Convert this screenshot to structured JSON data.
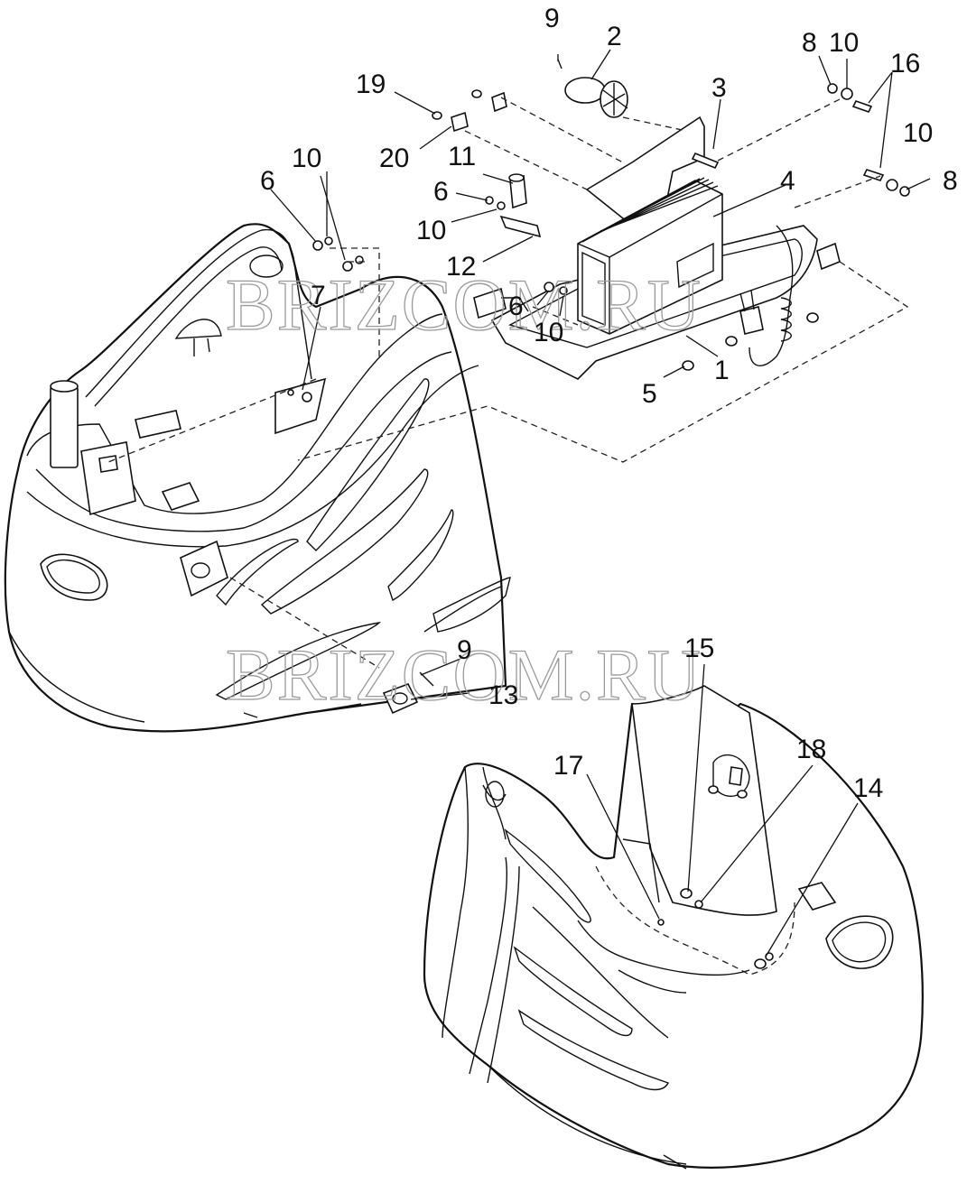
{
  "watermark": {
    "top": "BRIZCOM.RU",
    "bottom": "BRIZCOM.RU"
  },
  "callouts": [
    {
      "id": "c-9a",
      "label": "9"
    },
    {
      "id": "c-2",
      "label": "2"
    },
    {
      "id": "c-3",
      "label": "3"
    },
    {
      "id": "c-8a",
      "label": "8"
    },
    {
      "id": "c-10a",
      "label": "10"
    },
    {
      "id": "c-16",
      "label": "16"
    },
    {
      "id": "c-19",
      "label": "19"
    },
    {
      "id": "c-10b",
      "label": "10"
    },
    {
      "id": "c-20",
      "label": "20"
    },
    {
      "id": "c-11",
      "label": "11"
    },
    {
      "id": "c-6a",
      "label": "6"
    },
    {
      "id": "c-10c",
      "label": "10"
    },
    {
      "id": "c-4",
      "label": "4"
    },
    {
      "id": "c-8b",
      "label": "8"
    },
    {
      "id": "c-6b",
      "label": "6"
    },
    {
      "id": "c-10d",
      "label": "10"
    },
    {
      "id": "c-12",
      "label": "12"
    },
    {
      "id": "c-7",
      "label": "7"
    },
    {
      "id": "c-6c",
      "label": "6"
    },
    {
      "id": "c-10e",
      "label": "10"
    },
    {
      "id": "c-1",
      "label": "1"
    },
    {
      "id": "c-5",
      "label": "5"
    },
    {
      "id": "c-9b",
      "label": "9"
    },
    {
      "id": "c-13",
      "label": "13"
    },
    {
      "id": "c-15",
      "label": "15"
    },
    {
      "id": "c-18",
      "label": "18"
    },
    {
      "id": "c-17",
      "label": "17"
    },
    {
      "id": "c-14",
      "label": "14"
    }
  ]
}
